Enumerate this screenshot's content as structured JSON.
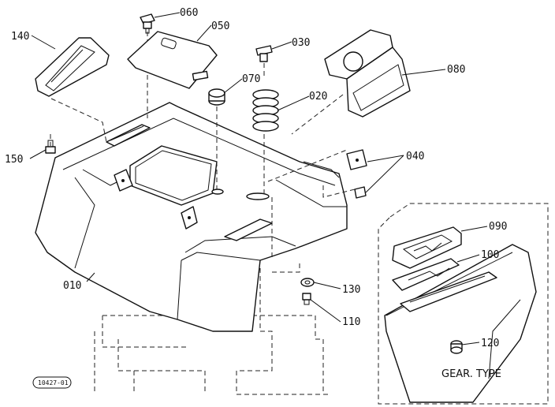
{
  "parts": {
    "p010": "010",
    "p020": "020",
    "p030": "030",
    "p040": "040",
    "p050": "050",
    "p060": "060",
    "p070": "070",
    "p080": "080",
    "p090": "090",
    "p100": "100",
    "p110": "110",
    "p120": "120",
    "p130": "130",
    "p140": "140",
    "p150": "150"
  },
  "inset_label": "GEAR. TYPE",
  "reference_code": "10427-01"
}
